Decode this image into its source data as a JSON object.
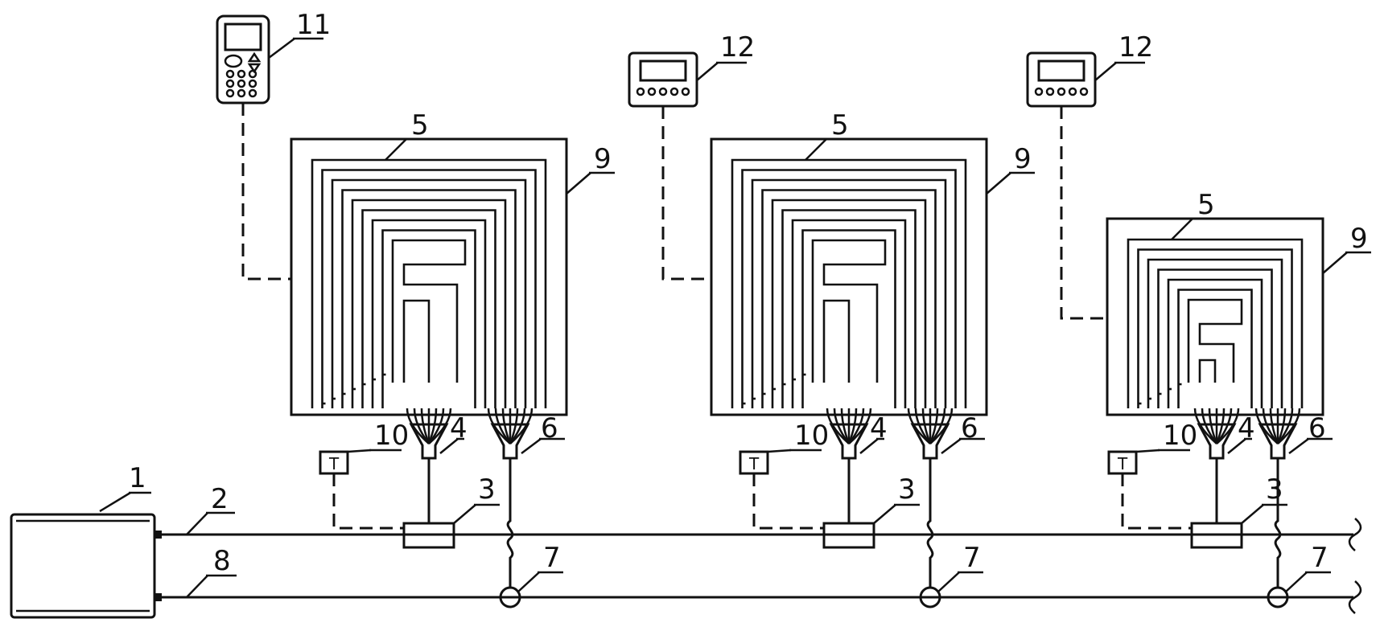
{
  "labels": {
    "boiler": "1",
    "supply_pipe": "2",
    "valve": "3",
    "supply_manifold": "4",
    "coil": "5",
    "return_manifold": "6",
    "junction": "7",
    "return_pipe": "8",
    "room": "9",
    "sensor": "10",
    "remote": "11",
    "thermostat": "12"
  },
  "sensor_glyph": "T",
  "zones": [
    {
      "id": "zone-1",
      "controller": "remote",
      "controller_label": "11"
    },
    {
      "id": "zone-2",
      "controller": "thermostat",
      "controller_label": "12"
    },
    {
      "id": "zone-3",
      "controller": "thermostat",
      "controller_label": "12"
    }
  ],
  "colors": {
    "ink": "#111111",
    "background": "#ffffff"
  }
}
